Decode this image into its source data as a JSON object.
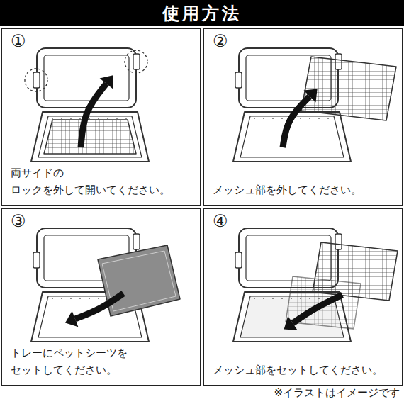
{
  "diagram": {
    "title": "使用方法",
    "caption": "※イラストはイメージです",
    "nodes": [
      {
        "text": [
          "①",
          "両サイドの ロックを外して開いてください。"
        ]
      },
      {
        "text": [
          "②",
          "メッシュ部を外してください。"
        ]
      },
      {
        "text": [
          "③",
          "トレーにペットシーツを セットしてください。"
        ]
      },
      {
        "text": [
          "④",
          "メッシュ部をセットしてください。"
        ]
      }
    ]
  }
}
